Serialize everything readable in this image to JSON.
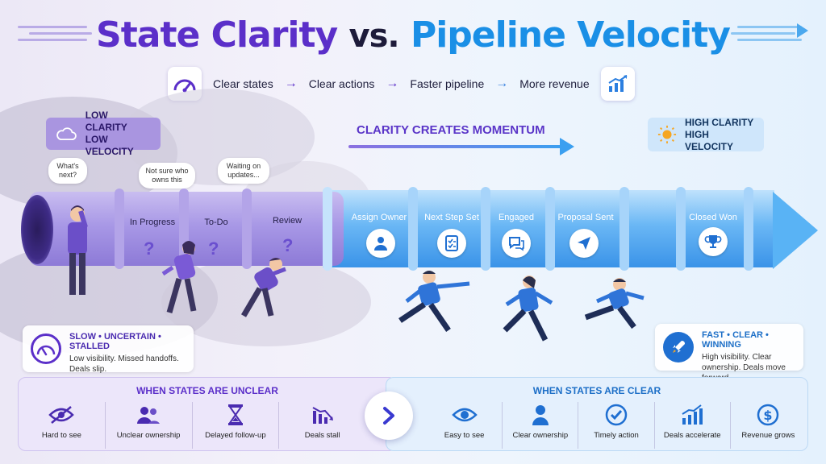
{
  "title": {
    "part1": "State Clarity",
    "part2": "vs.",
    "part3": "Pipeline Velocity"
  },
  "flow": {
    "steps": [
      "Clear states",
      "Clear actions",
      "Faster pipeline",
      "More revenue"
    ],
    "arrow": "→",
    "icons": [
      "speedometer-icon",
      "growth-chart-icon"
    ]
  },
  "low_badge": {
    "line1": "LOW CLARITY",
    "line2": "LOW VELOCITY",
    "icon": "cloud-icon"
  },
  "high_badge": {
    "line1": "HIGH CLARITY",
    "line2": "HIGH VELOCITY",
    "icon": "sun-icon"
  },
  "momentum": "CLARITY CREATES MOMENTUM",
  "bubbles": {
    "b1": "What's next?",
    "b2": "Not sure who owns this",
    "b3": "Waiting on updates..."
  },
  "pipe_left_labels": [
    "In Progress",
    "To-Do",
    "Review"
  ],
  "pipe_right_labels": [
    "Assign Owner",
    "Next Step Set",
    "Engaged",
    "Proposal Sent",
    "Closed Won"
  ],
  "pipe_right_icons": [
    "user-icon",
    "checklist-icon",
    "chat-icon",
    "paper-plane-icon",
    "trophy-icon"
  ],
  "question_mark": "?",
  "left_card": {
    "head": "SLOW • UNCERTAIN • STALLED",
    "sub": "Low visibility. Missed handoffs. Deals slip.",
    "icon": "gauge-icon"
  },
  "right_card": {
    "head": "FAST • CLEAR • WINNING",
    "sub": "High visibility. Clear ownership. Deals move forward.",
    "icon": "rocket-icon"
  },
  "panel_left": {
    "title": "WHEN STATES ARE UNCLEAR",
    "items": [
      {
        "label": "Hard to see",
        "icon": "eye-slash-icon"
      },
      {
        "label": "Unclear ownership",
        "icon": "people-icon"
      },
      {
        "label": "Delayed follow-up",
        "icon": "hourglass-icon"
      },
      {
        "label": "Deals stall",
        "icon": "declining-chart-icon"
      }
    ]
  },
  "panel_right": {
    "title": "WHEN STATES ARE CLEAR",
    "items": [
      {
        "label": "Easy to see",
        "icon": "eye-icon"
      },
      {
        "label": "Clear ownership",
        "icon": "person-icon"
      },
      {
        "label": "Timely action",
        "icon": "check-circle-icon"
      },
      {
        "label": "Deals accelerate",
        "icon": "rising-chart-icon"
      },
      {
        "label": "Revenue grows",
        "icon": "dollar-icon"
      }
    ]
  },
  "center_icon": "chevron-right-icon",
  "colors": {
    "purple": "#5b2fc9",
    "blue": "#1a8fe6",
    "dark": "#1d1b3a"
  }
}
